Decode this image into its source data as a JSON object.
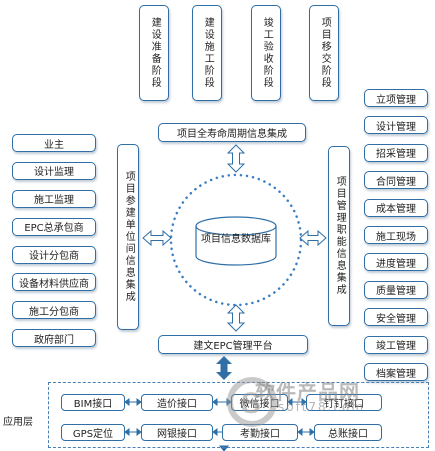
{
  "top_stages": [
    "建设准备阶段",
    "建设施工阶段",
    "竣工验收阶段",
    "项目移交阶段"
  ],
  "lifecycle_bar": "项目全寿命周期信息集成",
  "platform_bar": "建文EPC管理平台",
  "center_db": "项目信息数据库",
  "left_vertical": "项目参建单位间信息集成",
  "right_vertical": "项目管理职能信息集成",
  "left_items": [
    "业主",
    "设计监理",
    "施工监理",
    "EPC总承包商",
    "设计分包商",
    "设备材料供应商",
    "施工分包商",
    "政府部门"
  ],
  "right_items": [
    "立项管理",
    "设计管理",
    "招采管理",
    "合同管理",
    "成本管理",
    "施工现场",
    "进度管理",
    "质量管理",
    "安全管理",
    "竣工管理",
    "档案管理"
  ],
  "app_layer_label": "应用层",
  "interfaces_row1": [
    "BIM接口",
    "造价接口",
    "微信接口",
    "钉钉接口"
  ],
  "interfaces_row2": [
    "GPS定位",
    "网银接口",
    "考勤接口",
    "总账接口"
  ],
  "watermark": {
    "title": "软件产品网",
    "url": "soft78.com"
  },
  "colors": {
    "border": "#2f6fa6",
    "dots": "#3b7ec2",
    "arrow": "#2f6fa6"
  }
}
